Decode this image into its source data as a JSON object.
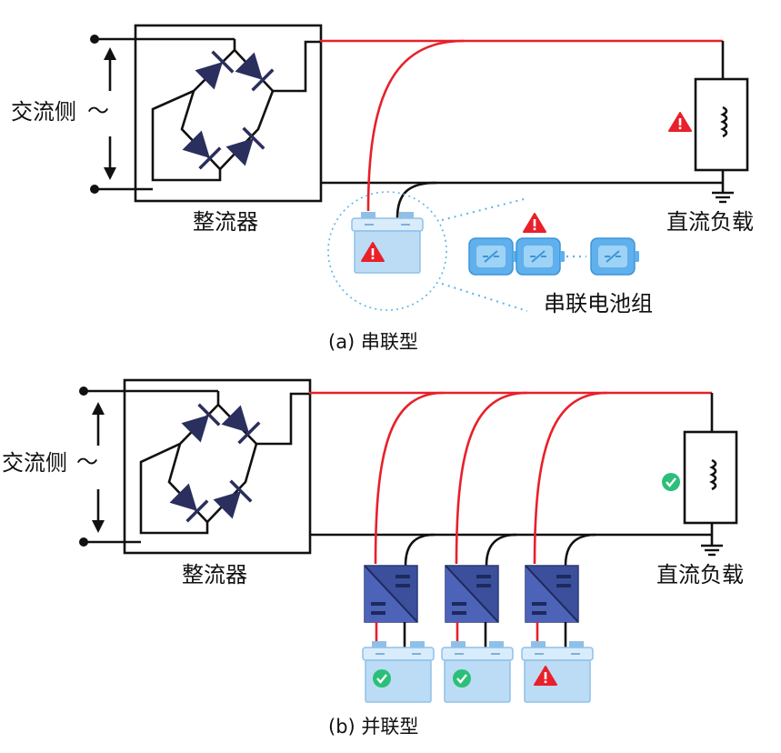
{
  "colors": {
    "positive_wire": "#e8202a",
    "negative_wire": "#111111",
    "diode": "#2b2f5e",
    "battery": "#bcdcf5",
    "converter": "#3b4f9c",
    "warning": "#e8202a",
    "ok": "#2bbf7a"
  },
  "panel_a": {
    "ac_label": "交流侧",
    "tilde": "～",
    "rectifier_label": "整流器",
    "load_label": "直流负载",
    "battery_string_label": "串联电池组",
    "caption": "(a) 串联型",
    "icons": [
      "load-warning-icon",
      "battery-warning-icon",
      "cell-warning-icon"
    ]
  },
  "panel_b": {
    "ac_label": "交流侧",
    "tilde": "～",
    "rectifier_label": "整流器",
    "load_label": "直流负载",
    "caption": "(b) 并联型",
    "battery_status": [
      "ok",
      "ok",
      "warning"
    ],
    "icons": [
      "load-ok-icon",
      "battery-ok-icon",
      "battery-ok-icon",
      "battery-warning-icon"
    ]
  }
}
